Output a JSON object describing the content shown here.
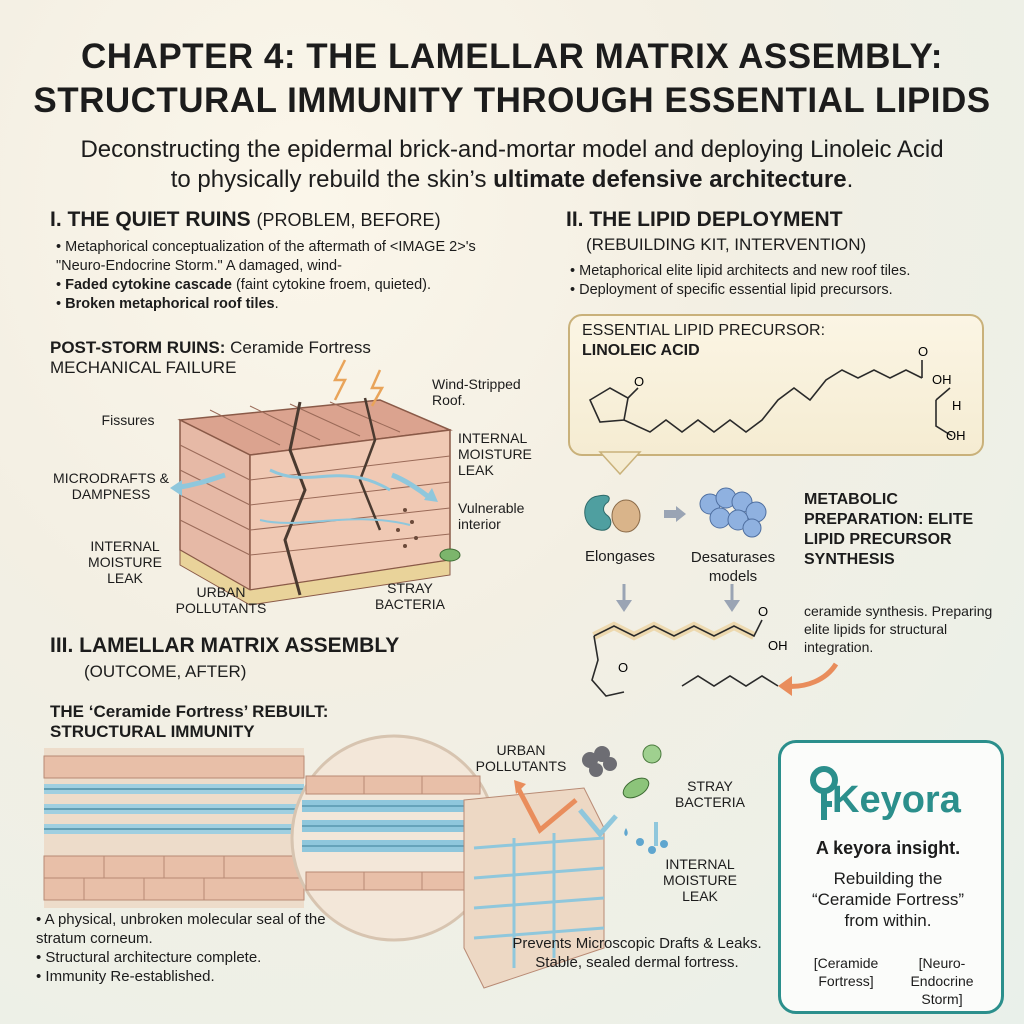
{
  "header": {
    "title_line1": "CHAPTER 4: THE LAMELLAR MATRIX ASSEMBLY:",
    "title_line2": "STRUCTURAL IMMUNITY THROUGH ESSENTIAL LIPIDS",
    "subtitle_line1": "Deconstructing the epidermal brick-and-mortar model and deploying Linoleic Acid",
    "subtitle_line2_plain": "to physically rebuild the skin’s ",
    "subtitle_line2_bold": "ultimate defensive architecture",
    "subtitle_line2_end": "."
  },
  "section1": {
    "heading": "I. THE QUIET RUINS",
    "heading_paren": "(PROBLEM, BEFORE)",
    "bullet1": "Metaphorical conceptualization of the aftermath of <IMAGE 2>'s \"Neuro-Endocrine Storm.\" A damaged, wind-",
    "bullet2_bold": "Faded cytokine cascade",
    "bullet2_rest": " (faint cytokine froem, quieted).",
    "bullet3": "Broken metaphorical roof tiles",
    "bullet3_end": ".",
    "panel_title_bold": "POST-STORM RUINS:",
    "panel_title_rest": " Ceramide Fortress",
    "panel_title_line2": "MECHANICAL FAILURE",
    "labels": {
      "fissures": "Fissures",
      "wind_stripped": "Wind-Stripped Roof.",
      "internal_leak_right": "INTERNAL MOISTURE LEAK",
      "microdrafts": "MICRODRAFTS & DAMPNESS",
      "vulnerable": "Vulnerable interior",
      "internal_leak_left": "INTERNAL MOISTURE LEAK",
      "urban": "URBAN POLLUTANTS",
      "stray": "STRAY BACTERIA"
    }
  },
  "section2": {
    "heading": "II. THE LIPID DEPLOYMENT",
    "heading_paren": "(REBUILDING KIT, INTERVENTION)",
    "bullet1": "Metaphorical elite lipid architects and new roof tiles.",
    "bullet2": "Deployment of specific essential lipid precursors.",
    "box_title": "ESSENTIAL LIPID PRECURSOR:",
    "box_subtitle": "LINOLEIC ACID",
    "chem": {
      "o": "O",
      "oh": "OH",
      "h": "H",
      "oh2": "OH",
      "o2": "O"
    },
    "enzyme1": "Elongases",
    "enzyme2": "Desaturases models",
    "metabolic_title": "METABOLIC PREPARATION: ELITE LIPID PRECURSOR SYNTHESIS",
    "metabolic_text": "ceramide synthesis. Preparing elite lipids for structural integration.",
    "chain_oh": "OH",
    "chain_o": "O",
    "chain_o2": "O"
  },
  "section3": {
    "heading": "III. LAMELLAR MATRIX ASSEMBLY",
    "heading_paren": "(OUTCOME, AFTER)",
    "panel_title_line1": "THE ‘Ceramide Fortress’ REBUILT:",
    "panel_title_line2": "STRUCTURAL IMMUNITY",
    "labels": {
      "urban": "URBAN POLLUTANTS",
      "stray": "STRAY BACTERIA",
      "internal": "INTERNAL MOISTURE LEAK"
    },
    "bullet1": "A physical, unbroken molecular seal of the stratum corneum.",
    "bullet2": "Structural architecture complete.",
    "bullet3": "Immunity Re-established.",
    "caption": "Prevents Microscopic Drafts & Leaks. Stable, sealed dermal fortress."
  },
  "keyora": {
    "logo": "Keyora",
    "tagline": "A keyora insight.",
    "text": "Rebuilding the “Ceramide Fortress” from within.",
    "tag1": "[Ceramide Fortress]",
    "tag2": "[Neuro-Endocrine Storm]"
  },
  "colors": {
    "teal": "#2b8f8c",
    "brick": "#d99a86",
    "lipid_blue": "#8fc7dc",
    "arrow_orange": "#e98d5c"
  }
}
